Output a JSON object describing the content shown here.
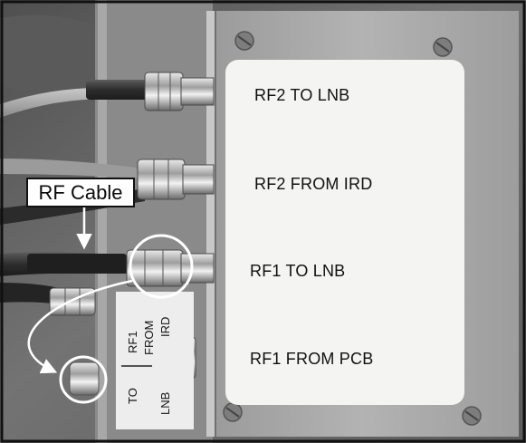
{
  "callout": {
    "label": "RF Cable"
  },
  "panel_labels": {
    "rf2_to_lnb": "RF2 TO LNB",
    "rf2_from_ird": "RF2 FROM IRD",
    "rf1_to_lnb": "RF1 TO LNB",
    "rf1_from_pcb": "RF1 FROM PCB"
  },
  "small_label": {
    "rf1": "RF1",
    "from": "FROM",
    "ird": "IRD",
    "to": "TO",
    "lnb": "LNB"
  },
  "colors": {
    "frame": "#111111",
    "background_panel": "#8f8f8f",
    "label_sheet": "#f4f4f2",
    "highlight_circle": "#ffffff",
    "arrow": "#ffffff"
  }
}
